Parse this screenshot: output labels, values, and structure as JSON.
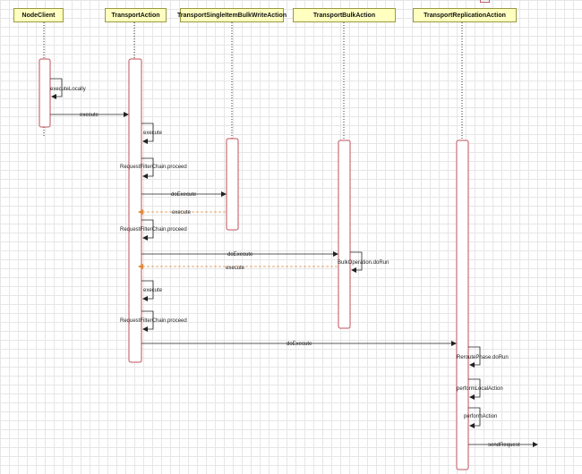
{
  "participants": [
    {
      "id": "nodeclient",
      "label": "NodeClient"
    },
    {
      "id": "transportaction",
      "label": "TransportAction"
    },
    {
      "id": "singleitem",
      "label": "TransportSingleItemBulkWriteAction"
    },
    {
      "id": "bulk",
      "label": "TransportBulkAction"
    },
    {
      "id": "replication",
      "label": "TransportReplicationAction"
    }
  ],
  "messages": [
    {
      "id": "m1",
      "label": "executeLocally",
      "kind": "self"
    },
    {
      "id": "m2",
      "label": "execute",
      "kind": "call"
    },
    {
      "id": "m3",
      "label": "execute",
      "kind": "self"
    },
    {
      "id": "m4",
      "label": "RequestFilterChain.proceed",
      "kind": "self"
    },
    {
      "id": "m5",
      "label": "doExecute",
      "kind": "call"
    },
    {
      "id": "m6",
      "label": "execute",
      "kind": "return"
    },
    {
      "id": "m7",
      "label": "RequestFilterChain.proceed",
      "kind": "self"
    },
    {
      "id": "m8",
      "label": "doExecute",
      "kind": "call"
    },
    {
      "id": "m9",
      "label": "BulkOperation.doRun",
      "kind": "self"
    },
    {
      "id": "m10",
      "label": "execute",
      "kind": "return"
    },
    {
      "id": "m11",
      "label": "execute",
      "kind": "self"
    },
    {
      "id": "m12",
      "label": "RequestFilterChain.proceed",
      "kind": "self"
    },
    {
      "id": "m13",
      "label": "doExecute",
      "kind": "call"
    },
    {
      "id": "m14",
      "label": "ReroutePhase.doRun",
      "kind": "self"
    },
    {
      "id": "m15",
      "label": "performLocalAction",
      "kind": "self"
    },
    {
      "id": "m16",
      "label": "performAction",
      "kind": "self"
    },
    {
      "id": "m17",
      "label": "sendRequest",
      "kind": "call"
    }
  ],
  "colors": {
    "actor_fill": "#ffffc0",
    "activation_border": "#c0505a",
    "call_line": "#222222",
    "return_line": "#e08a3c"
  }
}
